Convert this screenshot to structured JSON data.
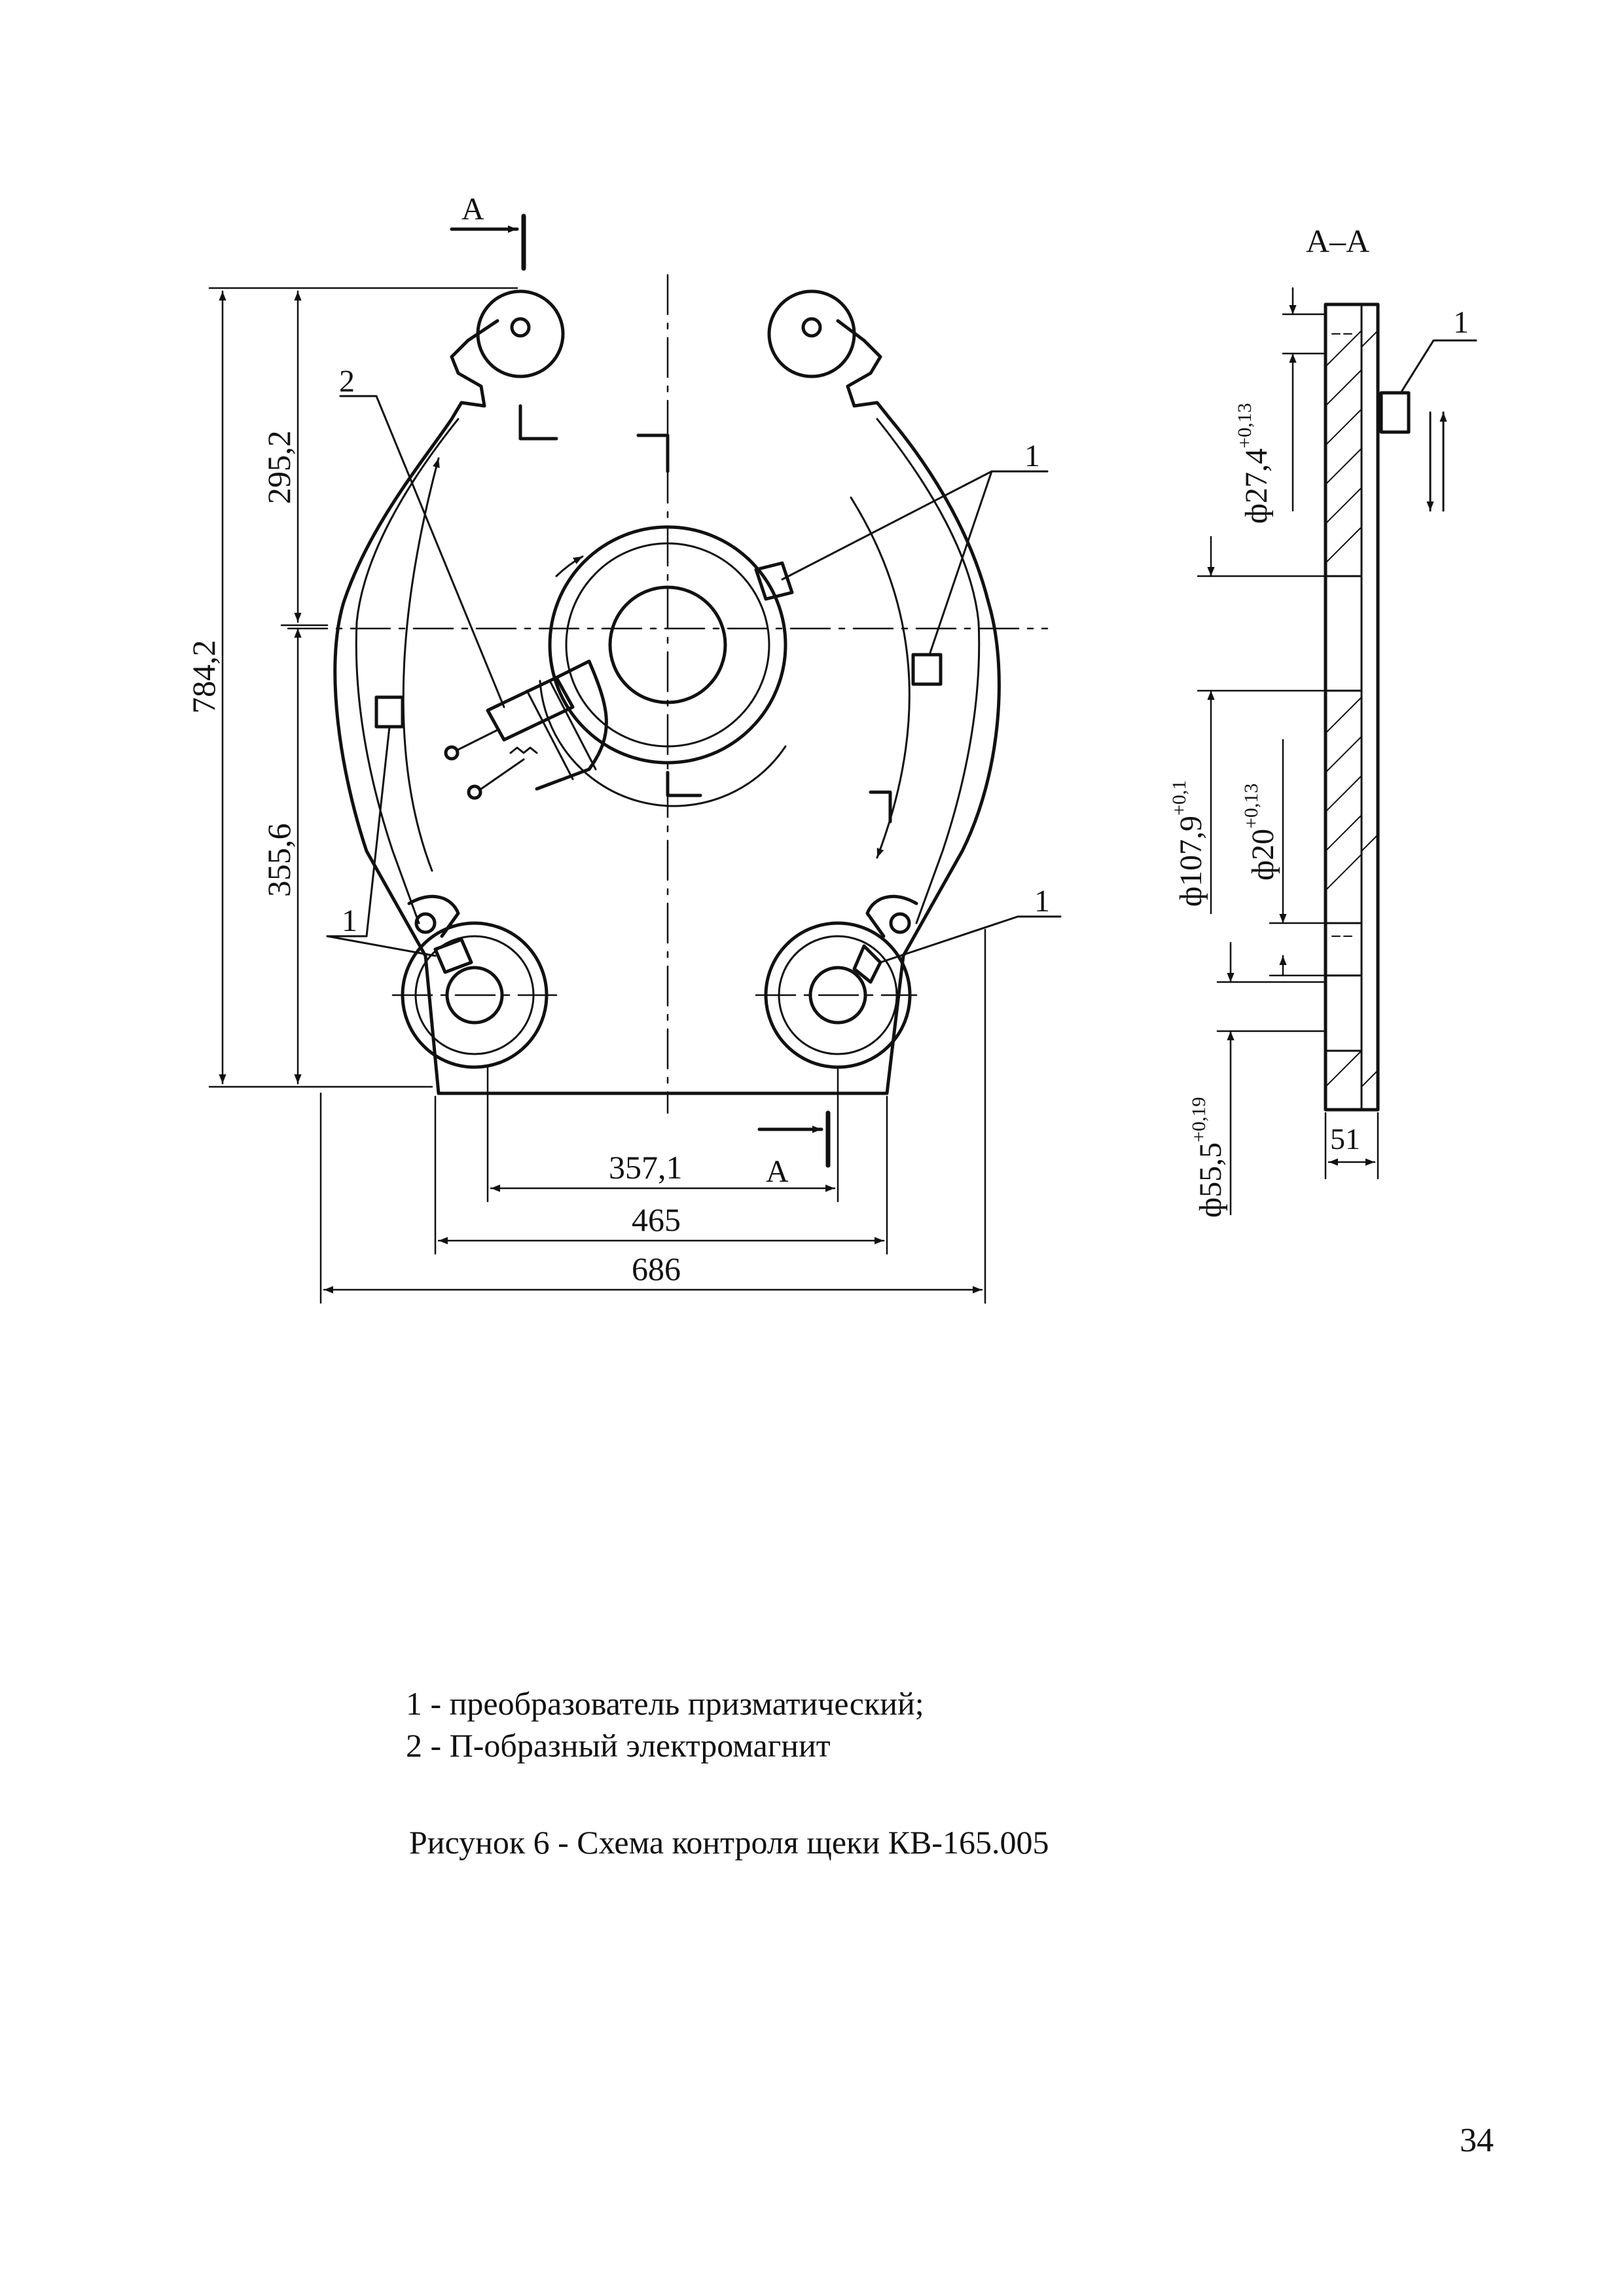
{
  "section_view": {
    "cut_label": "А",
    "title": "А–А"
  },
  "dimensions": {
    "total_height": "784,2",
    "upper_height": "295,2",
    "lower_height": "355,6",
    "bottom_span_inner": "357,1",
    "bottom_width": "465",
    "total_width": "686",
    "thickness": "51"
  },
  "diameters": {
    "d1": {
      "base": "ф27,4",
      "tol": "+0,13"
    },
    "d2": {
      "base": "ф107,9",
      "tol": "+0,1"
    },
    "d3": {
      "base": "ф20",
      "tol": "+0,13"
    },
    "d4": {
      "base": "ф55,5",
      "tol": "+0,19"
    }
  },
  "callouts": {
    "transducer": "1",
    "electromagnet": "2"
  },
  "legend": [
    "1 - преобразователь призматический;",
    "2 - П-образный электромагнит"
  ],
  "caption": "Рисунок 6 - Схема контроля щеки  КВ-165.005",
  "page_number": "34"
}
